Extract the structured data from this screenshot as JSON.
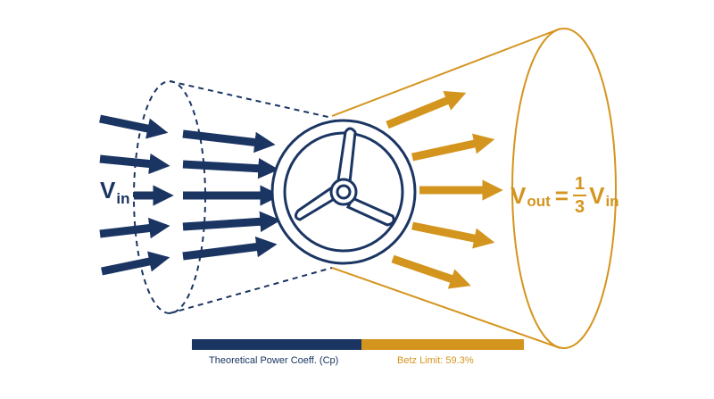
{
  "labels": {
    "v_in": "V",
    "v_in_sub": "in",
    "v_out": "V",
    "v_out_sub": "out",
    "equals": "=",
    "frac_num": "1",
    "frac_den": "3",
    "v_in_rhs": "V",
    "v_in_rhs_sub": "in"
  },
  "legend": {
    "theoretical_label": "Theoretical Power Coeff. (Cp)",
    "betz_label": "Betz Limit: 59.3%",
    "betz_fraction": 0.593
  },
  "colors": {
    "navy": "#1b3563",
    "gold": "#d4951f",
    "background": "#ffffff"
  },
  "icons": {
    "rotor": "turbine-rotor-icon"
  }
}
